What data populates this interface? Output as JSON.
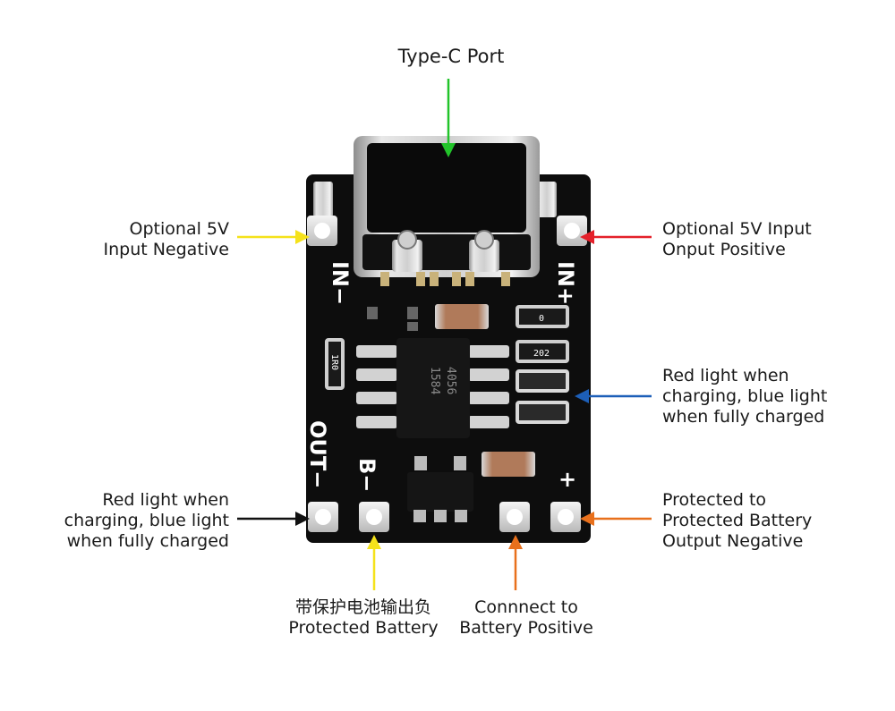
{
  "labels": {
    "type_c": "Type-C Port",
    "in_neg": [
      "Optional 5V",
      "Input Negative"
    ],
    "in_pos": [
      "Optional 5V Input",
      "Onput Positive"
    ],
    "led_right": [
      "Red light when",
      "charging, blue light",
      "when fully charged"
    ],
    "out_neg_left": [
      "Red light when",
      "charging, blue light",
      "when fully charged"
    ],
    "bat_neg": [
      "带保护电池输出负",
      "Protected Battery"
    ],
    "bat_pos": [
      "Connnect to",
      "Battery Positive"
    ],
    "out_right": [
      "Protected to",
      "Protected Battery",
      "Output Negative"
    ]
  },
  "silkscreen": {
    "in_neg": "IN−",
    "in_pos": "IN+",
    "out_neg": "OUT−",
    "b_neg": "B−",
    "plus": "+"
  },
  "chip": {
    "line1": "4056",
    "line2": "1584"
  },
  "smd_marks": {
    "r1": "0",
    "r2": "202",
    "r3": "1R0"
  },
  "colors": {
    "green": "#22c42a",
    "yellow": "#f5e21a",
    "red": "#e4202a",
    "blue": "#1d5fb8",
    "black": "#111111",
    "orange": "#e8701c",
    "board": "#0d0d0d"
  },
  "icons": {
    "port": "usb-c-port-icon",
    "arrow": "arrow-icon"
  }
}
